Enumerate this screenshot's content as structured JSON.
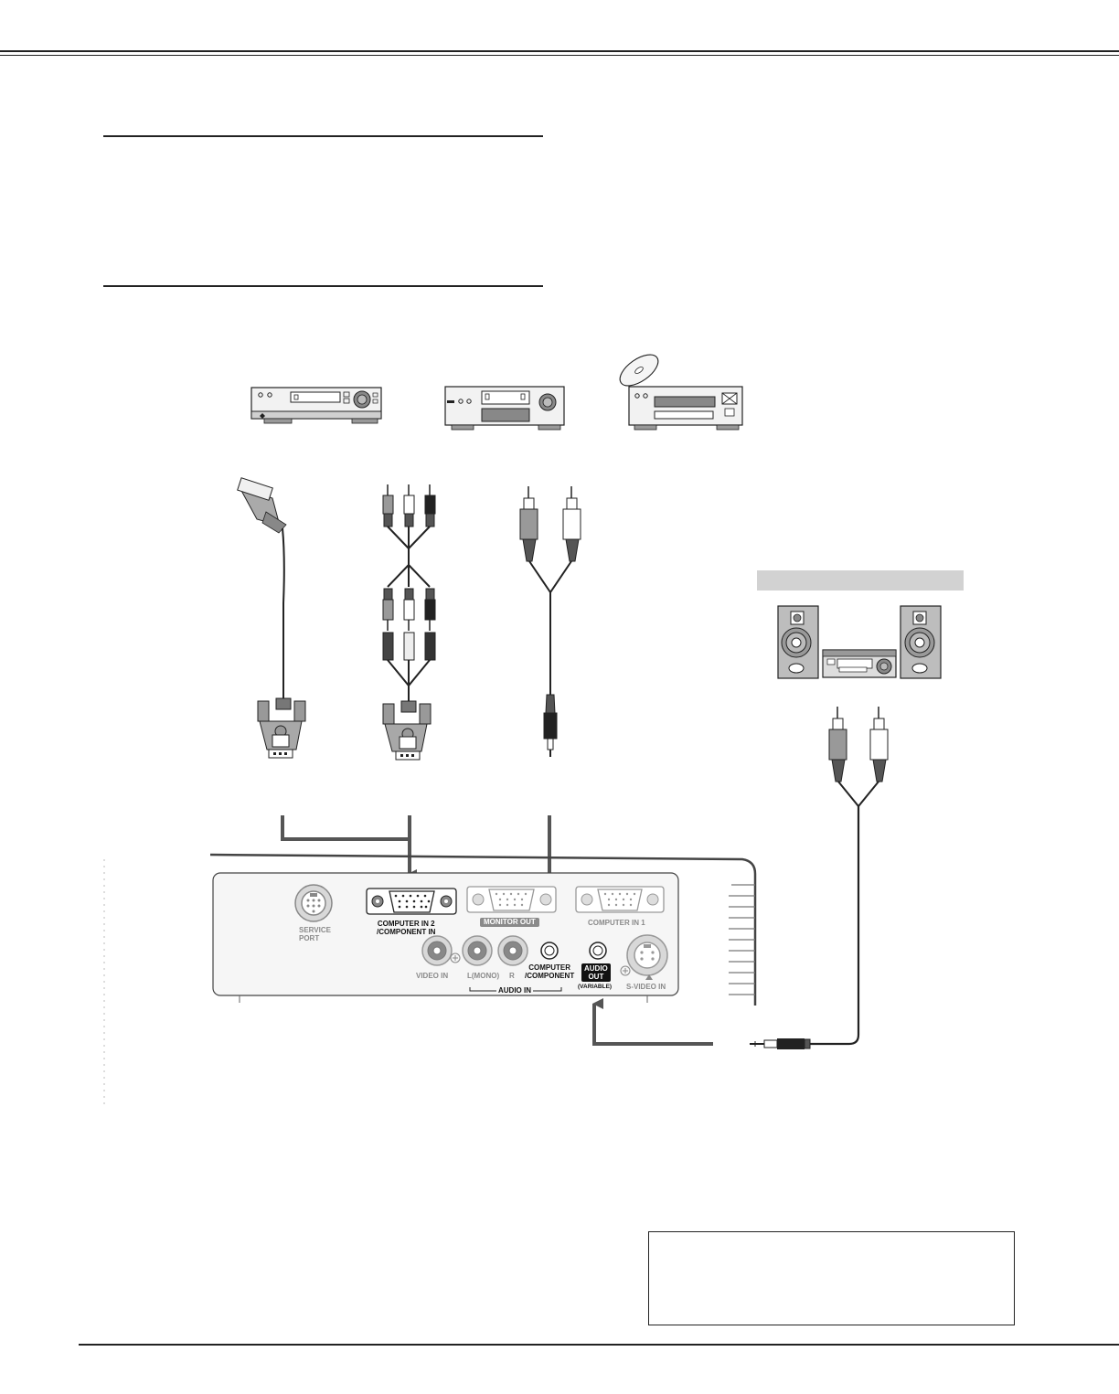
{
  "projector_panel": {
    "ports": {
      "service_port": "SERVICE\nPORT",
      "computer_in_2": "COMPUTER IN 2\n/COMPONENT IN",
      "monitor_out": "MONITOR OUT",
      "computer_in_1": "COMPUTER IN 1",
      "video_in": "VIDEO IN",
      "audio_l": "L(MONO)",
      "audio_r": "R",
      "audio_in": "AUDIO IN",
      "computer_component_audio": "COMPUTER\n/COMPONENT",
      "audio_out": "AUDIO\nOUT",
      "audio_out_variable": "(VARIABLE)",
      "s_video_in": "S-VIDEO IN"
    }
  },
  "colors": {
    "line": "#222222",
    "cable_gray": "#8a8a8a",
    "panel_fill": "#f4f4f4",
    "audio_band": "#d2d2d2"
  },
  "icons": {
    "devices": [
      "vcr-icon",
      "video-player-icon",
      "dvd-player-icon",
      "cd-disc-icon"
    ],
    "cables": [
      "scart-vga-cable-icon",
      "component-rca-vga-cable-icon",
      "stereo-rca-minijack-cable-icon",
      "audio-output-cable-icon"
    ],
    "audio": [
      "speaker-left-icon",
      "stereo-amplifier-icon",
      "speaker-right-icon"
    ],
    "warning": "warning-triangle-icon"
  }
}
